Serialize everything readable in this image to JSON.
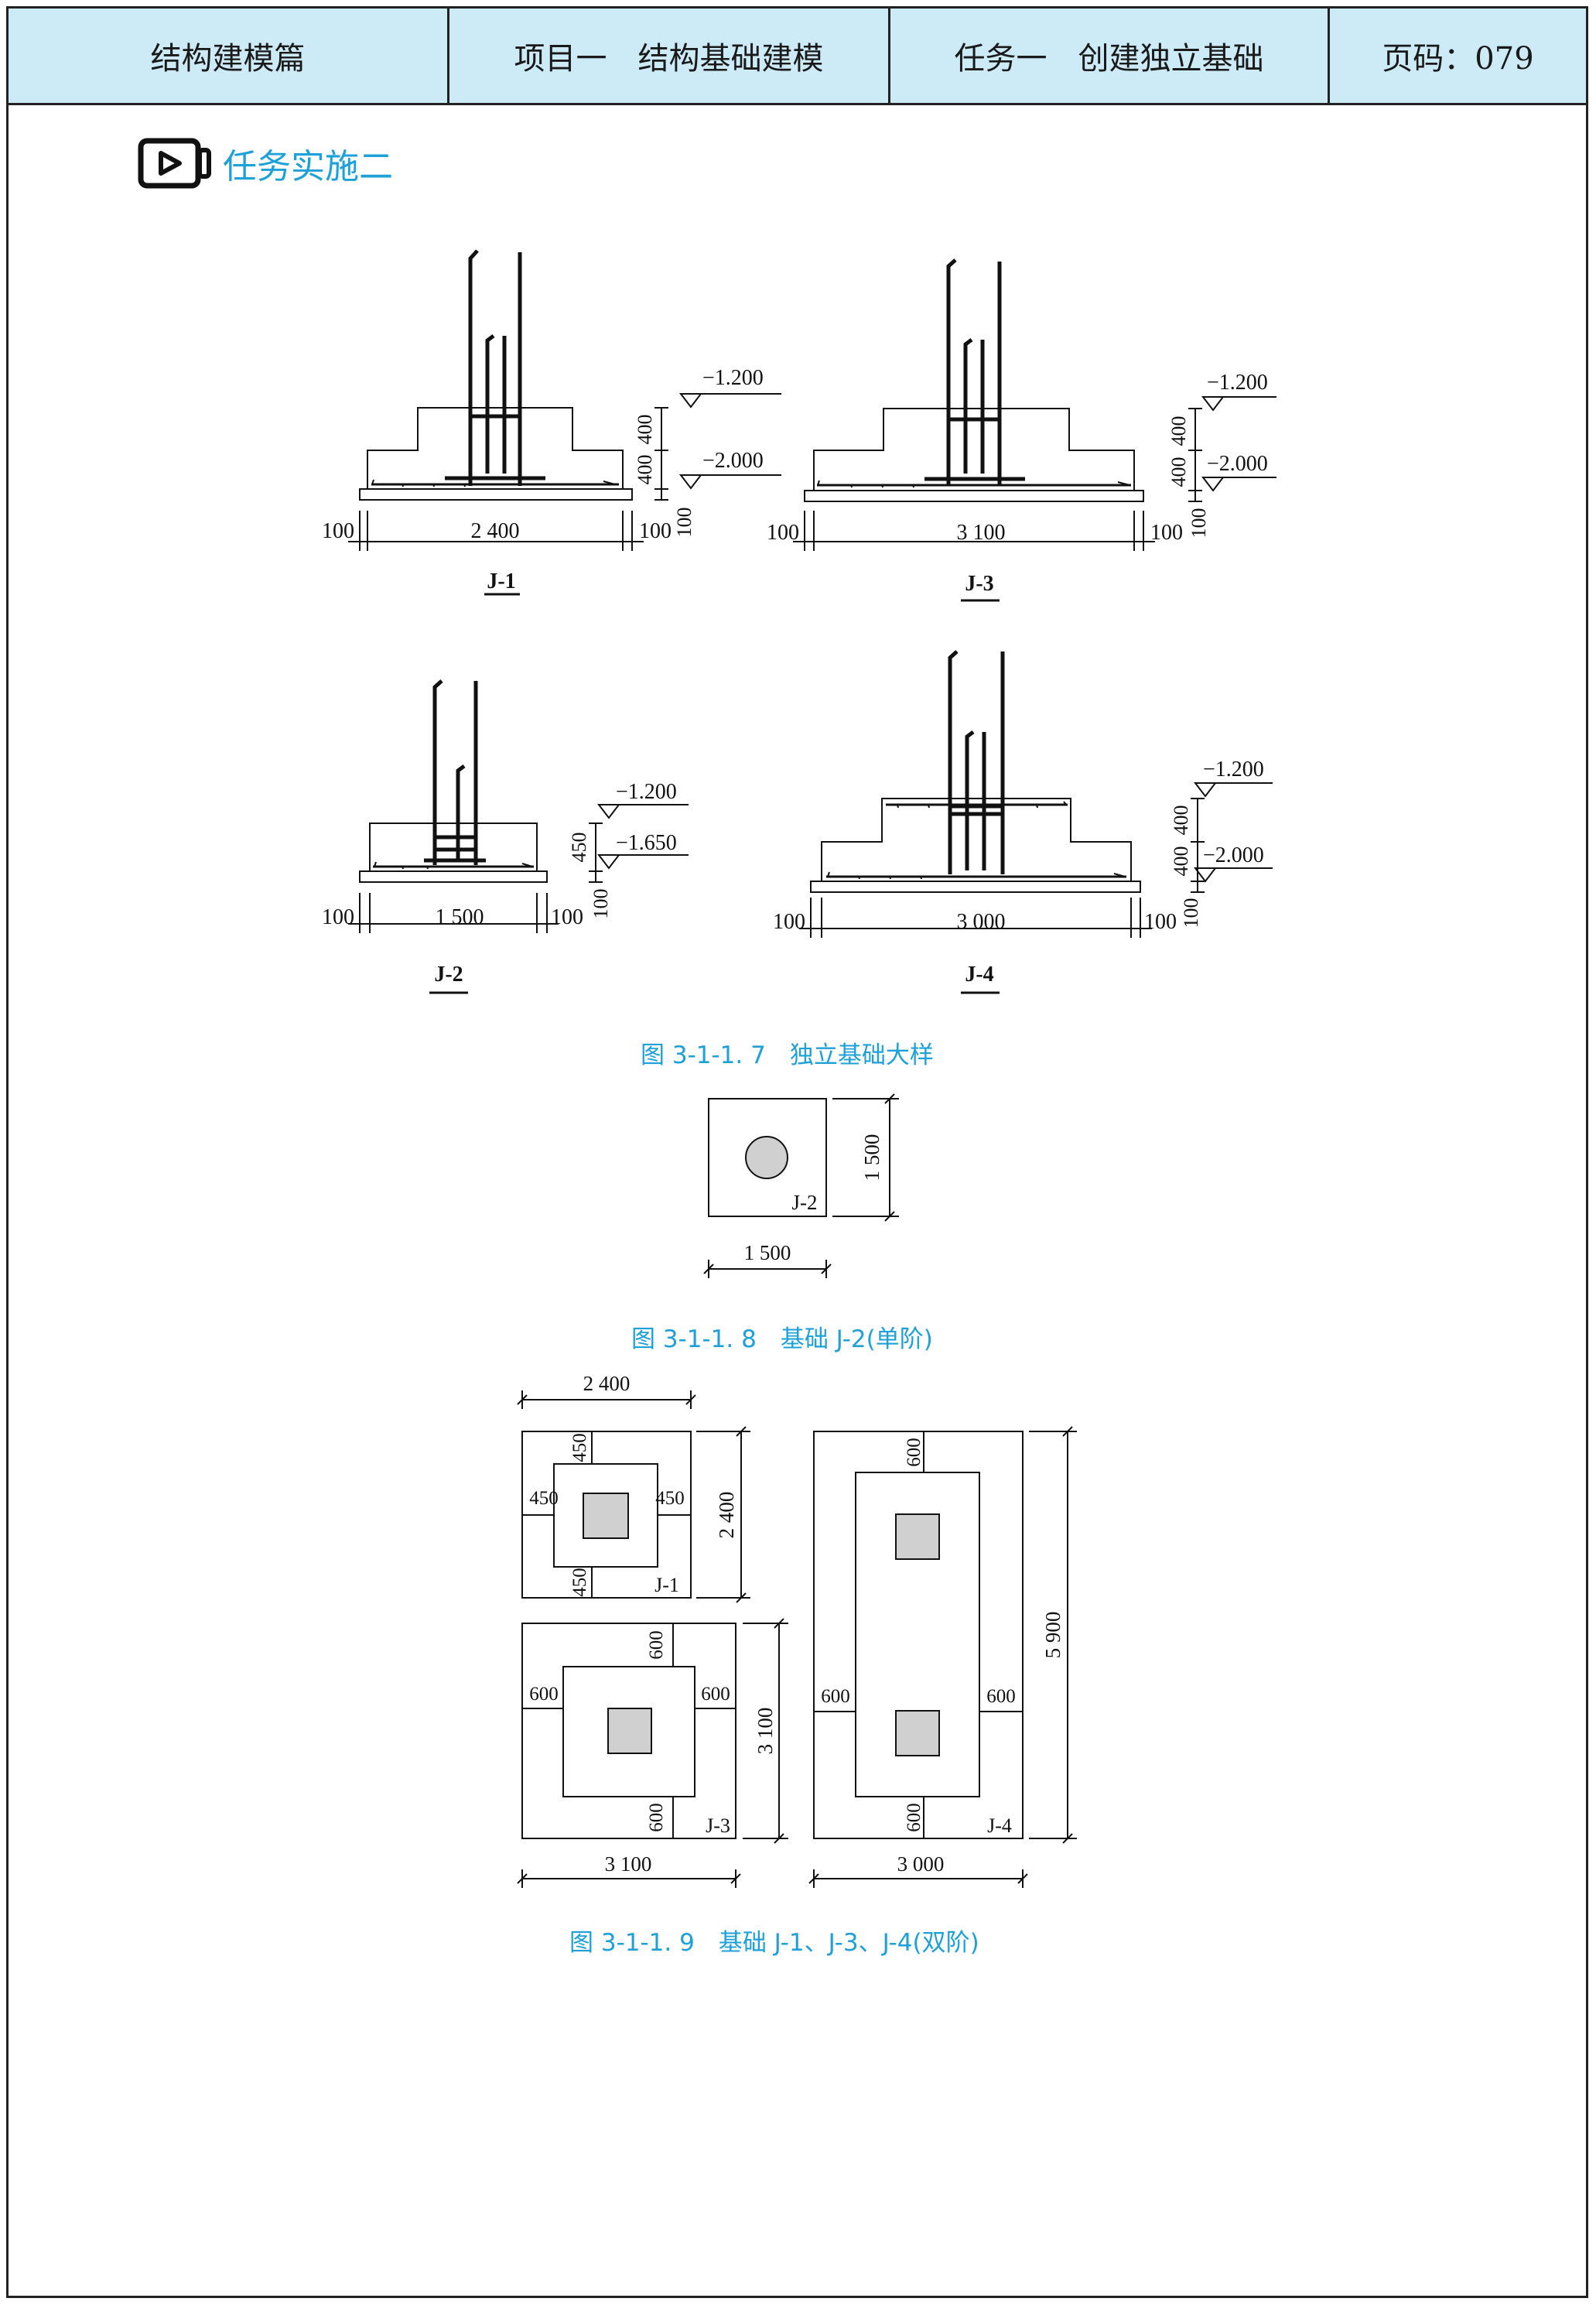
{
  "header": {
    "cells": [
      "结构建模篇",
      "项目一　结构基础建模",
      "任务一　创建独立基础",
      "页码：079"
    ]
  },
  "section": {
    "title": "任务实施二",
    "icon": "video-icon"
  },
  "figure7": {
    "caption": "图 3-1-1. 7　独立基础大样",
    "footings": {
      "j1": {
        "name": "J-1",
        "width": "2 400",
        "margin": "100",
        "levels": [
          "−1.200",
          "−2.000"
        ],
        "heights": [
          "400",
          "400",
          "100"
        ]
      },
      "j3": {
        "name": "J-3",
        "width": "3 100",
        "margin": "100",
        "levels": [
          "−1.200",
          "−2.000"
        ],
        "heights": [
          "400",
          "400",
          "100"
        ]
      },
      "j2": {
        "name": "J-2",
        "width": "1 500",
        "margin": "100",
        "levels": [
          "−1.200",
          "−1.650"
        ],
        "heights": [
          "450",
          "100"
        ]
      },
      "j4": {
        "name": "J-4",
        "width": "3 000",
        "margin": "100",
        "levels": [
          "−1.200",
          "−2.000"
        ],
        "heights": [
          "400",
          "400",
          "100"
        ]
      }
    }
  },
  "figure8": {
    "caption": "图 3-1-1. 8　基础 J-2(单阶)",
    "name": "J-2",
    "width": "1 500",
    "height": "1 500"
  },
  "figure9": {
    "caption": "图 3-1-1. 9　基础 J-1、J-3、J-4(双阶)",
    "j1": {
      "name": "J-1",
      "width": "2 400",
      "height": "2 400",
      "step": "450"
    },
    "j3": {
      "name": "J-3",
      "width": "3 100",
      "height": "3 100",
      "step": "600"
    },
    "j4": {
      "name": "J-4",
      "width": "3 000",
      "height": "5 900",
      "step": "600"
    }
  }
}
